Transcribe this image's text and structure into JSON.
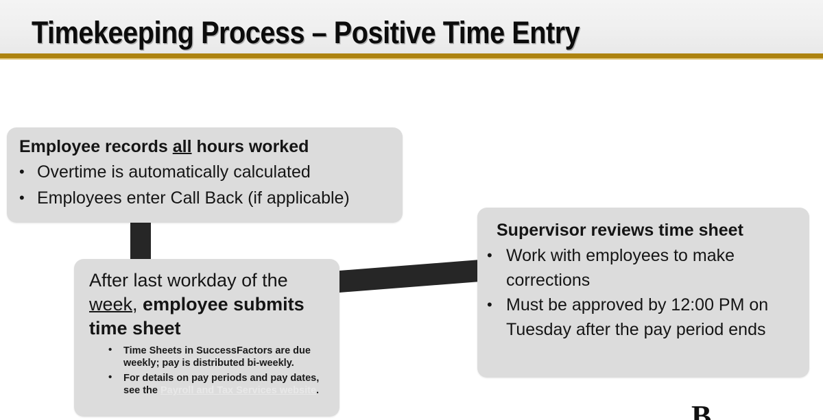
{
  "slide": {
    "title": "Timekeeping Process – Positive Time Entry",
    "accent_color": "#ad8310",
    "box_fill_color": "#dcdcdc",
    "connector_color": "#262626",
    "background_color": "#ffffff"
  },
  "boxes": {
    "employee_records": {
      "heading_before": "Employee records ",
      "heading_underlined": "all",
      "heading_after": " hours worked",
      "bullets": [
        "Overtime is automatically calculated",
        "Employees enter Call Back (if applicable)"
      ]
    },
    "employee_submits": {
      "heading_part1": "After last workday of the ",
      "heading_underlined": "week",
      "heading_part2": ", ",
      "heading_bold": "employee submits time sheet",
      "sub_bullets": [
        {
          "text_before": "Time Sheets in SuccessFactors are due weekly; pay is distributed bi-weekly.",
          "link_text": "",
          "text_after": ""
        },
        {
          "text_before": "For details on pay periods and pay dates, see the ",
          "link_text": "Payroll and Tax Services website",
          "text_after": "."
        }
      ]
    },
    "supervisor_reviews": {
      "heading": "Supervisor reviews time sheet",
      "bullets": [
        "Work with employees to make corrections",
        "Must be approved by 12:00 PM on Tuesday after the pay period ends"
      ]
    }
  },
  "footer": {
    "logo_fragment": "B"
  }
}
